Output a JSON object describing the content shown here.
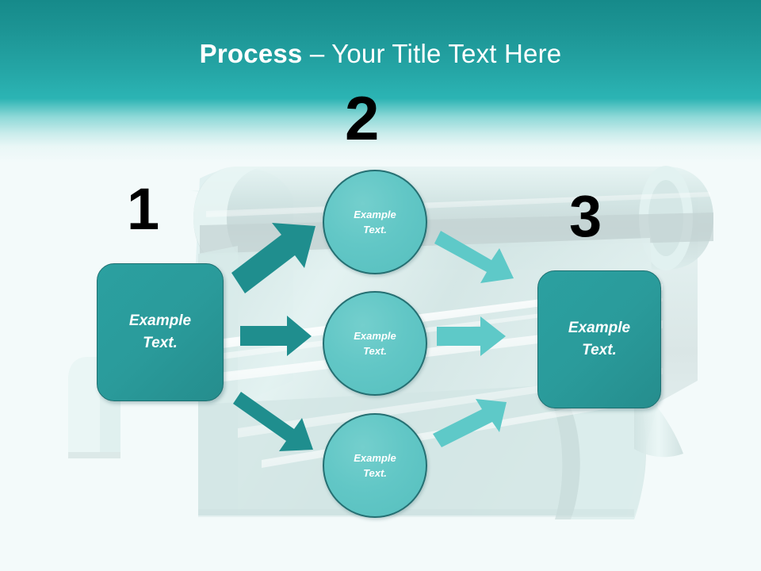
{
  "slide": {
    "title_bold": "Process",
    "title_rest": " – Your Title Text Here",
    "background_color": "#f3fafa",
    "header_top_color": "#168a8a",
    "header_mid_color": "#2bb3b3"
  },
  "colors": {
    "box_fill": "#2a9b9b",
    "box_border": "#1d6f70",
    "circle_fill": "#62c7c6",
    "circle_border": "#256f72",
    "arrow_dark": "#1f8e8e",
    "arrow_light": "#5ec9c8",
    "number_color": "#000000",
    "text_color": "#ffffff",
    "scroll_fill": "#d6e9e8"
  },
  "steps": [
    {
      "number": "1",
      "shape": "rounded-square",
      "text_line1": "Example",
      "text_line2": "Text."
    },
    {
      "number": "2",
      "shape": "circle-group",
      "nodes": [
        {
          "text_line1": "Example",
          "text_line2": "Text."
        },
        {
          "text_line1": "Example",
          "text_line2": "Text."
        },
        {
          "text_line1": "Example",
          "text_line2": "Text."
        }
      ]
    },
    {
      "number": "3",
      "shape": "rounded-square",
      "text_line1": "Example",
      "text_line2": "Text."
    }
  ],
  "arrows": [
    {
      "name": "arrow-up-right-to-top-circle",
      "style": "dark",
      "direction": "up-right"
    },
    {
      "name": "arrow-right-to-mid-circle",
      "style": "dark",
      "direction": "right"
    },
    {
      "name": "arrow-down-right-to-bottom-circle",
      "style": "dark",
      "direction": "down-right"
    },
    {
      "name": "arrow-down-right-from-top-circle",
      "style": "light",
      "direction": "down-right"
    },
    {
      "name": "arrow-right-from-mid-circle",
      "style": "light",
      "direction": "right"
    },
    {
      "name": "arrow-up-right-from-bottom-circle",
      "style": "light",
      "direction": "up-right"
    }
  ]
}
